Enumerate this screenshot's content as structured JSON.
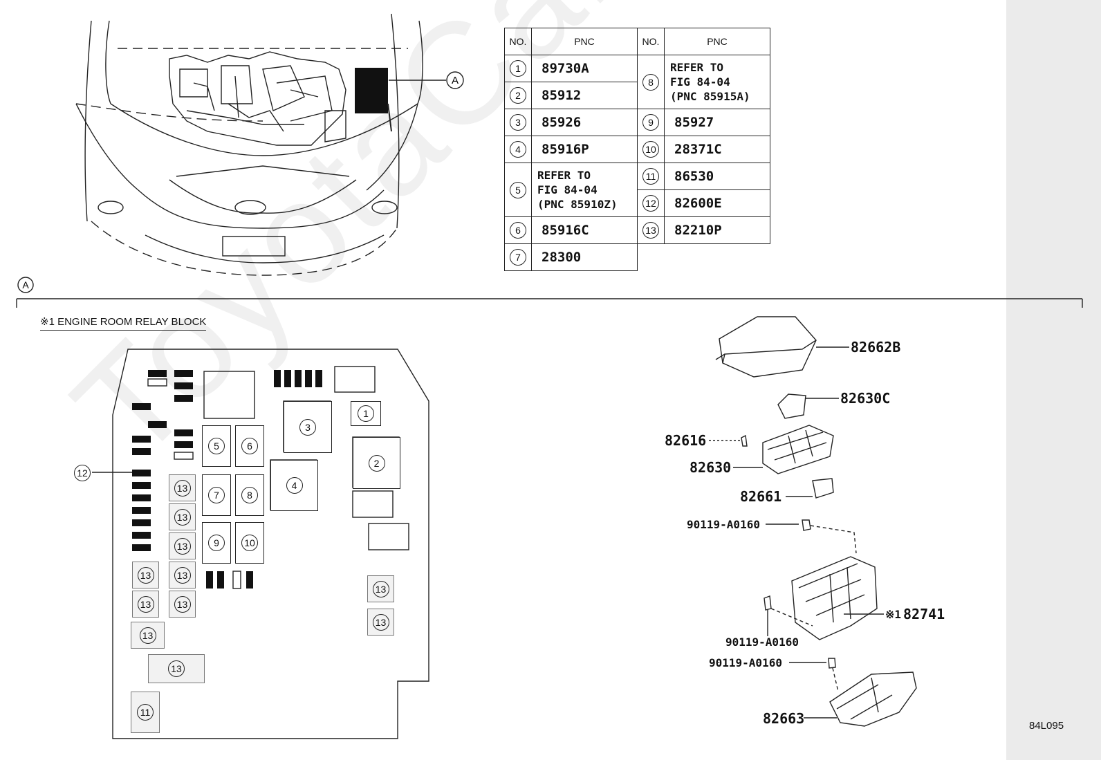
{
  "watermark": "ToyotaCarMine.ru",
  "figure_id": "84L095",
  "callout_a": "A",
  "section_a_marker": "A",
  "relay_block_title": "※1 ENGINE ROOM RELAY BLOCK",
  "table": {
    "header_no": "NO.",
    "header_pnc": "PNC",
    "left_rows": [
      {
        "no": "1",
        "pnc": "89730A"
      },
      {
        "no": "2",
        "pnc": "85912"
      },
      {
        "no": "3",
        "pnc": "85926"
      },
      {
        "no": "4",
        "pnc": "85916P"
      },
      {
        "no": "5",
        "pnc": "REFER TO\nFIG 84-04\n(PNC 85910Z)"
      },
      {
        "no": "6",
        "pnc": "85916C"
      },
      {
        "no": "7",
        "pnc": "28300"
      }
    ],
    "right_rows": [
      {
        "no": "8",
        "pnc": "REFER TO\nFIG 84-04\n(PNC 85915A)"
      },
      {
        "no": "9",
        "pnc": "85927"
      },
      {
        "no": "10",
        "pnc": "28371C"
      },
      {
        "no": "11",
        "pnc": "86530"
      },
      {
        "no": "12",
        "pnc": "82600E"
      },
      {
        "no": "13",
        "pnc": "82210P"
      }
    ]
  },
  "relay_slots": {
    "s1": "1",
    "s2": "2",
    "s3": "3",
    "s4": "4",
    "s5": "5",
    "s6": "6",
    "s7": "7",
    "s8": "8",
    "s9": "9",
    "s10": "10",
    "s11": "11",
    "s12": "12",
    "s13": "13"
  },
  "parts": {
    "p82662b": "82662B",
    "p82630c": "82630C",
    "p82616": "82616",
    "p82630": "82630",
    "p82661": "82661",
    "bolt1": "90119-A0160",
    "p82741_mark": "※1",
    "p82741": "82741",
    "bolt2": "90119-A0160",
    "bolt3": "90119-A0160",
    "p82663": "82663"
  }
}
